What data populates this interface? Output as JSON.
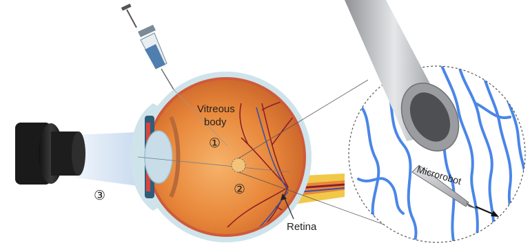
{
  "labels": {
    "vitreous_line1": "Vitreous",
    "vitreous_line2": "body",
    "retina": "Retina",
    "microrobot": "Microrobot"
  },
  "markers": {
    "step1": "①",
    "step2": "②",
    "step3": "③"
  },
  "colors": {
    "vessel_blue": "#4a86e8",
    "eye_orange": "#e8873a",
    "blood_vessel": "#8a1f2a",
    "sclera": "#cfe3ea",
    "light_beam": "#d9e6f4"
  }
}
